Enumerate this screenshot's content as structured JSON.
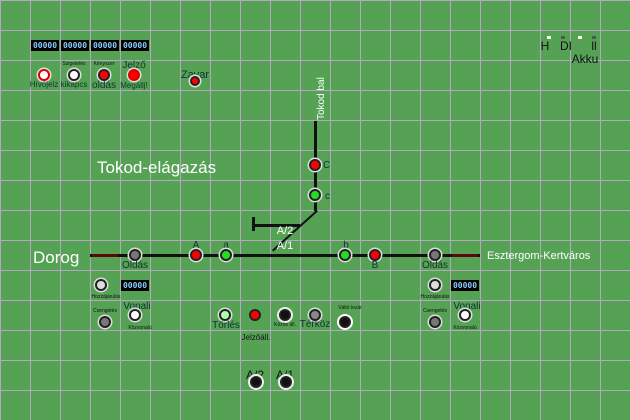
{
  "counters": [
    "00000",
    "00000",
    "00000",
    "00000",
    "00000",
    "00000"
  ],
  "top_controls": {
    "hivojelz": "Hívójelz",
    "kikapcs_top": "Szigetelés",
    "kikapcs": "kikapcs",
    "oldas_top": "Kényszer",
    "oldas": "oldás",
    "jelzo": "Jelző",
    "megallj": "Megállj!",
    "zavar": "Zavar"
  },
  "status": {
    "h": "H",
    "di": "DI",
    "akku": "Akku",
    "ll": "ll"
  },
  "station": {
    "title": "Tokod-elágazás",
    "left": "Dorog",
    "right": "Esztergom-Kertváros",
    "up": "Tokod bal"
  },
  "signals": {
    "A": "A",
    "a": "a",
    "b": "b",
    "B": "B",
    "C": "C",
    "c": "c"
  },
  "tracks": {
    "a2": "A/2",
    "a1": "A/1"
  },
  "left_panel": {
    "oldas": "Oldás",
    "hozzajarulas": "Hozzájárulás",
    "csengetes": "Csengetés",
    "vonali": "Vonali",
    "kozvonalu": "Közvonalú"
  },
  "right_panel": {
    "oldas": "Oldás",
    "hozzajarulas": "Hozzájárulás",
    "csengetes": "Csengetés",
    "vonali": "Vonali",
    "kozvonalu": "Közvonalú"
  },
  "bottom": {
    "torles": "Törlés",
    "jelzoall": "Jelzőáll.",
    "kozosall": "Közös áll.",
    "terkoz": "Térköz",
    "valtolezar": "Váltó lezár",
    "a2": "A/2",
    "a1": "A/1"
  },
  "colors": {
    "red": "#ff0000",
    "green": "#22dd22",
    "bg": "#55a255"
  }
}
